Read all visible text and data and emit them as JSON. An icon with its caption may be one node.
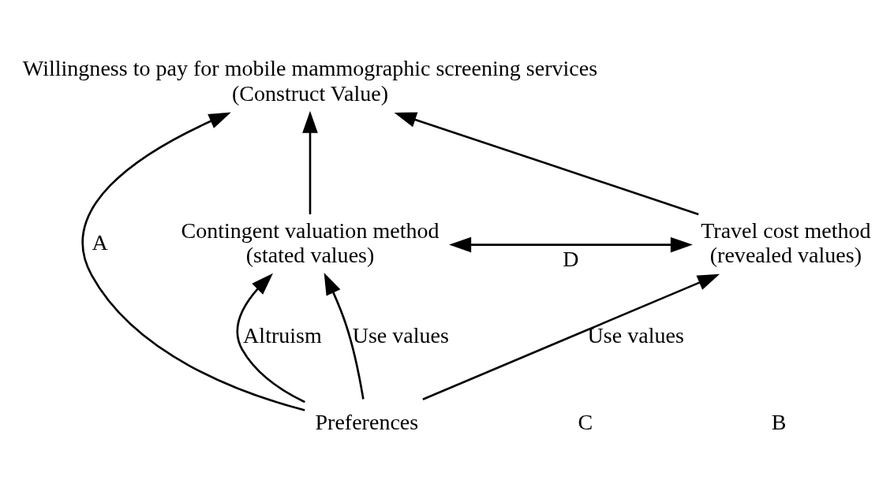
{
  "diagram": {
    "nodes": [
      {
        "text": [
          "Willingness to pay for mobile mammographic screening services",
          "(Construct Value)"
        ]
      },
      {
        "text": [
          "Contingent valuation method",
          "(stated values)"
        ]
      },
      {
        "text": [
          "Travel cost method",
          "(revealed values)"
        ]
      },
      {
        "text": [
          "Preferences"
        ]
      }
    ],
    "edges": [
      {
        "from": 1,
        "to": 0,
        "arrow": "to"
      },
      {
        "from": 3,
        "to": 0,
        "arrow": "to",
        "label": "A"
      },
      {
        "from": 2,
        "to": 0,
        "arrow": "to"
      },
      {
        "from": 1,
        "to": 2,
        "arrow": "both",
        "label": "D"
      },
      {
        "from": 3,
        "to": 1,
        "arrow": "to",
        "label": "Altruism"
      },
      {
        "from": 3,
        "to": 1,
        "arrow": "to",
        "label": "Use values"
      },
      {
        "from": 3,
        "to": 2,
        "arrow": "to",
        "label": "Use values"
      }
    ],
    "labels": [
      "C",
      "B"
    ]
  }
}
